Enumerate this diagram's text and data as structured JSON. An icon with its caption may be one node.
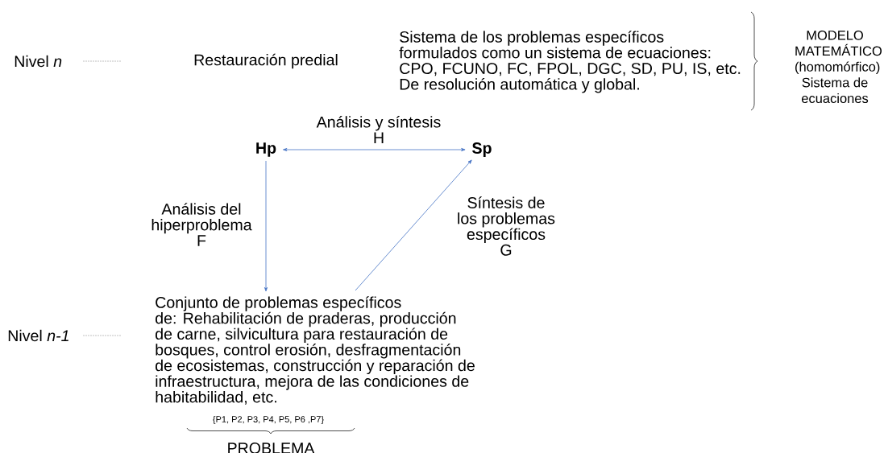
{
  "diagram": {
    "nodes": [
      {
        "text": [
          "Hp"
        ]
      },
      {
        "text": [
          "Sp"
        ]
      },
      {
        "text": [
          "Conjunto de problemas específicos de: Rehabilitación de praderas, producción de carne, silvicultura para restauración de bosques, control erosión, desfragmentación de ecosistemas, construcción y reparación de infraestructura, mejora de las condiciones de habitabilidad, etc."
        ]
      }
    ],
    "edges": [
      {
        "from": 0,
        "to": 1,
        "arrow": "both",
        "label": "Análisis y síntesis H"
      },
      {
        "from": 0,
        "to": 2,
        "arrow": "to",
        "label": "Análisis del hiperproblema F"
      },
      {
        "from": 2,
        "to": 1,
        "arrow": "to",
        "label": "Síntesis de los problemas específicos G"
      }
    ],
    "labels": [
      "Nivel *n*",
      "Restauración predial",
      "Sistema de los problemas específicos formulados como un sistema de ecuaciones: CPO, FCUNO, FC, FPOL, DGC, SD, PU, IS, etc. De resolución automática y global.",
      "MODELO MATEMÁTICO (homomórfico) Sistema de ecuaciones",
      "Nivel *n-1*",
      "{P1, P2, P3, P4, P5, P6 ,P7}",
      "PROBLEMA"
    ]
  }
}
